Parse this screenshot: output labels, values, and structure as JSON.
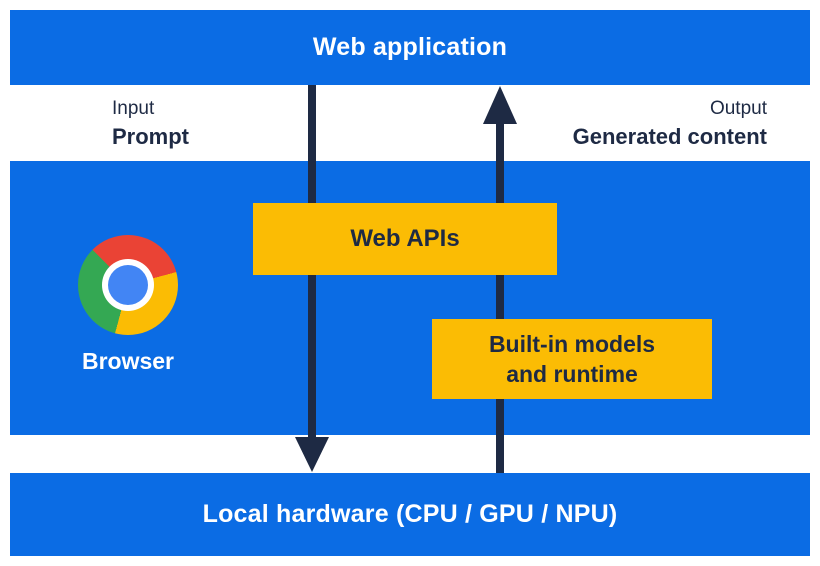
{
  "layers": {
    "web_application": {
      "label": "Web application"
    },
    "browser": {
      "label": "Browser"
    },
    "local_hardware": {
      "label": "Local hardware (CPU / GPU / NPU)"
    }
  },
  "flows": {
    "input": {
      "kind_label": "Input",
      "value_label": "Prompt",
      "direction": "down"
    },
    "output": {
      "kind_label": "Output",
      "value_label": "Generated content",
      "direction": "up"
    }
  },
  "boxes": {
    "web_apis": {
      "label": "Web APIs"
    },
    "builtin_models": {
      "line1": "Built-in models",
      "line2": "and runtime"
    }
  },
  "icons": {
    "chrome_logo": "chrome-browser-logo"
  },
  "colors": {
    "layer_blue": "#0b6ce4",
    "box_yellow": "#fbbc04",
    "text_navy": "#1e2a44",
    "text_white": "#ffffff",
    "chrome_red": "#ea4335",
    "chrome_green": "#34a853",
    "chrome_yellow": "#fbbc04",
    "chrome_blue": "#4285f4"
  }
}
